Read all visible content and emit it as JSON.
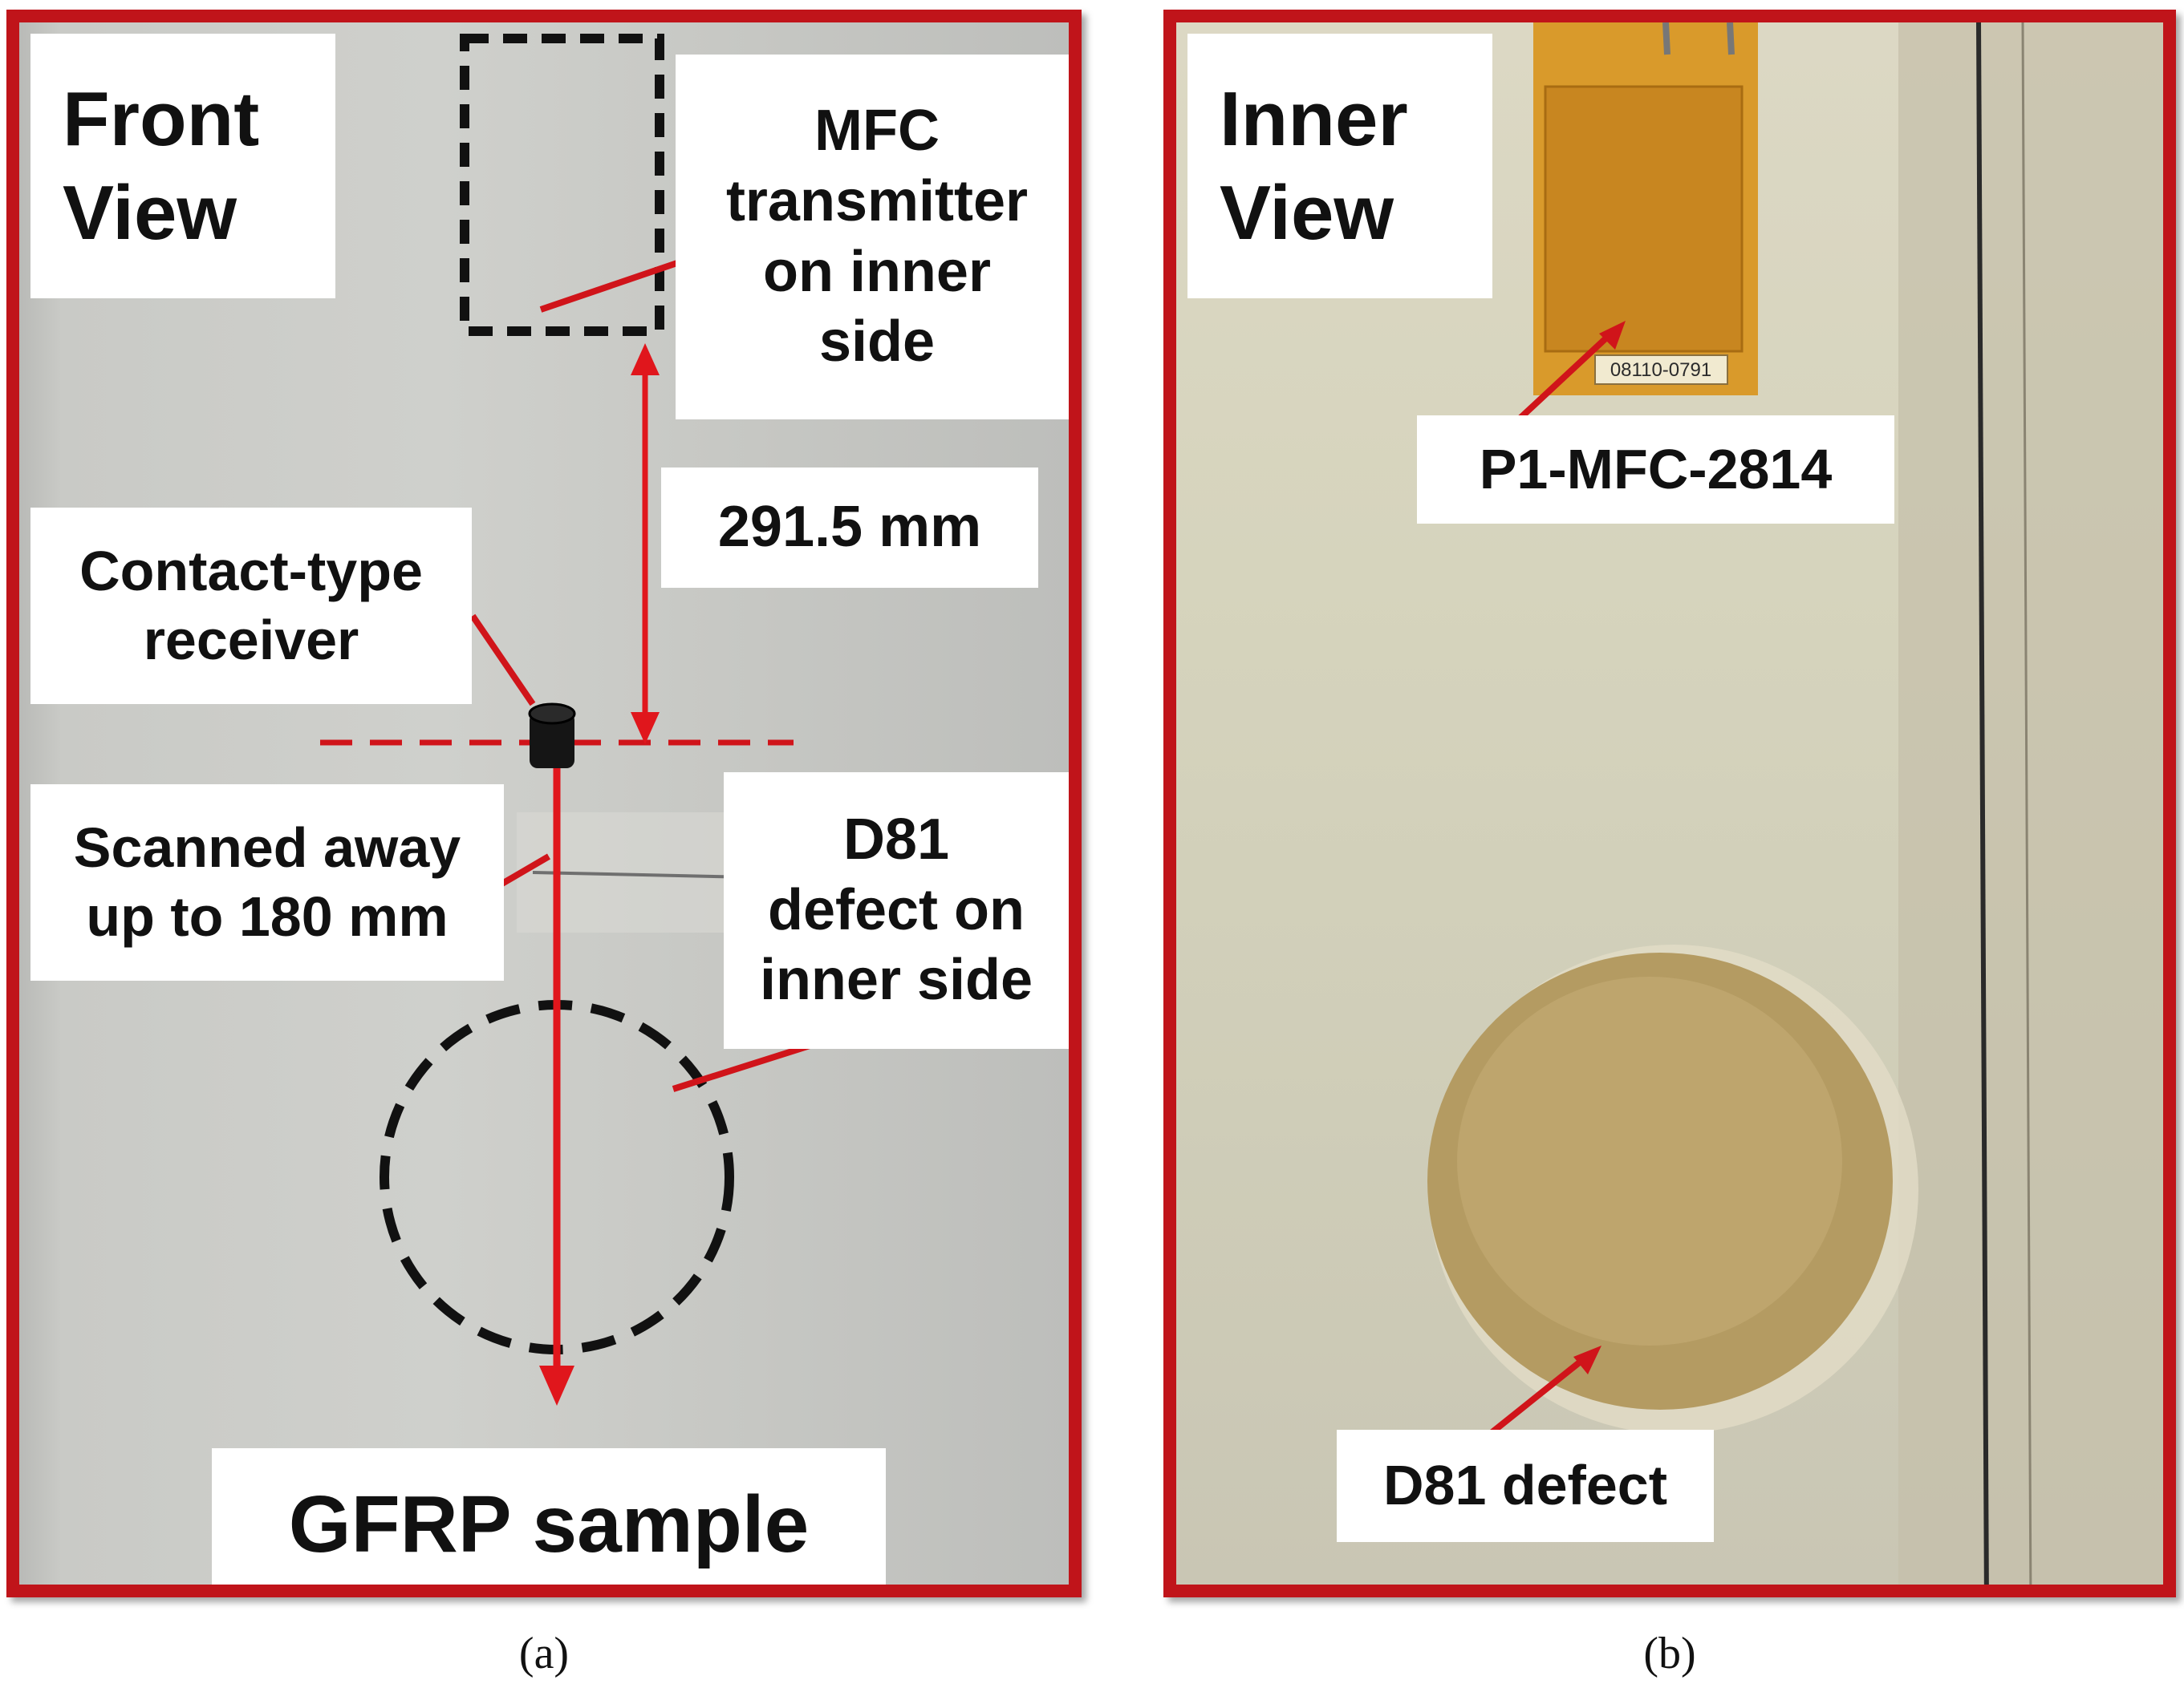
{
  "panel_a": {
    "view_title": "Front\nView",
    "mfc_label": "MFC\ntransmitter\non inner\nside",
    "distance_label": "291.5 mm",
    "receiver_label": "Contact-type\nreceiver",
    "scan_label": "Scanned away\nup to 180 mm",
    "defect_label": "D81\ndefect on\ninner side",
    "sample_label": "GFRP sample",
    "caption": "(a)"
  },
  "panel_b": {
    "view_title": "Inner\nView",
    "sensor_tag": "08110-0791",
    "mfc_label": "P1-MFC-2814",
    "defect_label": "D81 defect",
    "caption": "(b)"
  },
  "colors": {
    "frame": "#c0141a",
    "arrow": "#e0161c",
    "dashed_outline": "#111111"
  }
}
